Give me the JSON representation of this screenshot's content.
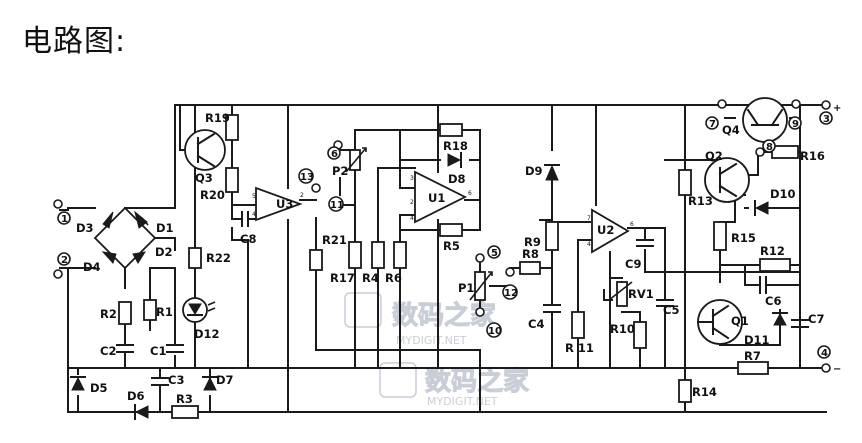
{
  "title": "电路图:",
  "watermark": {
    "text": "数码之家",
    "url": "MYDIGIT.NET"
  },
  "labels": {
    "R19": "R19",
    "Q3": "Q3",
    "R20": "R20",
    "C8": "C8",
    "U3": "U3",
    "R21": "R21",
    "R22": "R22",
    "D12": "D12",
    "R17": "R17",
    "R4": "R4",
    "R6": "R6",
    "P2": "P2",
    "R18": "R18",
    "D8": "D8",
    "U1": "U1",
    "R5": "R5",
    "P1": "P1",
    "R8": "R8",
    "R9": "R9",
    "D9": "D9",
    "C4": "C4",
    "R11": "R 11",
    "U2": "U2",
    "C9": "C9",
    "RV1": "RV1",
    "R10": "R10",
    "C5": "C5",
    "R13": "R13",
    "R15": "R15",
    "R12": "R12",
    "C6": "C6",
    "Q1": "Q1",
    "D11": "D11",
    "C7": "C7",
    "R7": "R7",
    "R14": "R14",
    "Q2": "Q2",
    "Q4": "Q4",
    "R16": "R16",
    "D10": "D10",
    "D1": "D1",
    "D2": "D2",
    "D3": "D3",
    "D4": "D4",
    "R2": "R2",
    "R1": "R1",
    "C2": "C2",
    "C1": "C1",
    "C3": "C3",
    "D5": "D5",
    "D6": "D6",
    "D7": "D7",
    "R3": "R3"
  },
  "terminals": {
    "t1": "1",
    "t2": "2",
    "t3": "3",
    "t4": "4",
    "t5": "5",
    "t6": "6",
    "t7": "7",
    "t8": "8",
    "t9": "9",
    "t10": "10",
    "t11": "11",
    "t12": "12",
    "t13": "13"
  },
  "symbols": {
    "plus": "+",
    "minus": "−"
  }
}
